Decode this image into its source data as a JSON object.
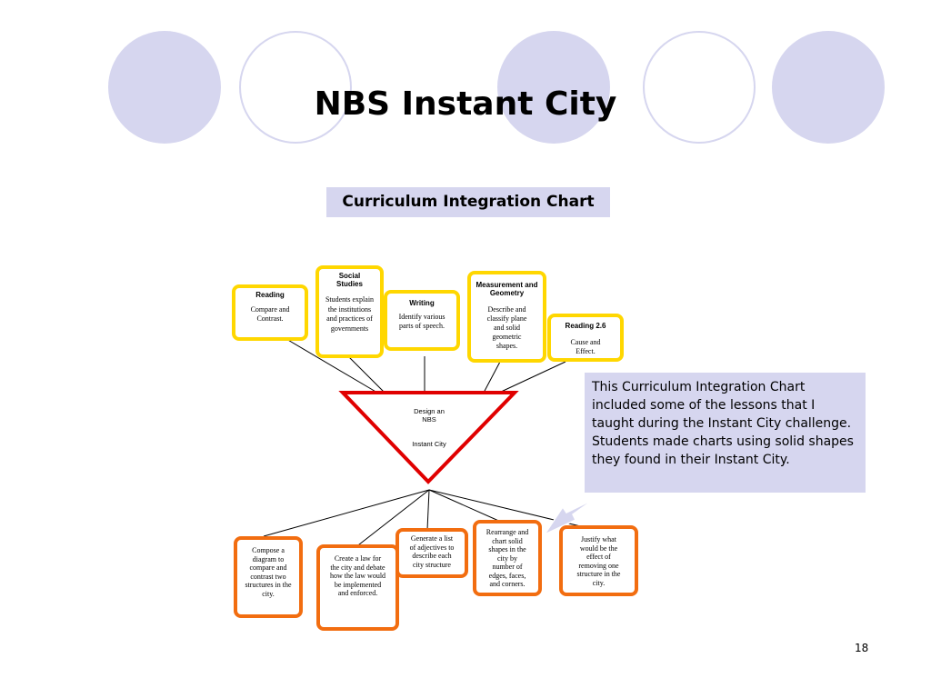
{
  "slide": {
    "title": "NBS Instant City",
    "subtitle": "Curriculum Integration Chart",
    "page_number": "18"
  },
  "colors": {
    "circle_fill": "#d6d6ef",
    "yellow_border": "#ffd700",
    "orange_border": "#f26d10",
    "triangle_border": "#e00000",
    "callout_bg": "#d6d6ef"
  },
  "center": {
    "line1": "Design an",
    "line2": "NBS",
    "line3": "Instant City"
  },
  "top_boxes": [
    {
      "heading": "Reading",
      "text": "Compare and Contrast."
    },
    {
      "heading": "Social Studies",
      "text": "Students explain the institutions and practices of governments"
    },
    {
      "heading": "Writing",
      "text": "Identify various parts of speech."
    },
    {
      "heading": "Measurement and Geometry",
      "text": "Describe and classify plane and solid geometric shapes."
    },
    {
      "heading": "Reading 2.6",
      "text": "Cause and Effect."
    }
  ],
  "bottom_boxes": [
    {
      "text": "Compose a diagram to compare and contrast two structures in the city."
    },
    {
      "text": "Create a law for the city and debate how the law would be implemented and enforced."
    },
    {
      "text": "Generate a list of adjectives to describe each city structure"
    },
    {
      "text": "Rearrange and chart solid shapes in the city by number of edges, faces, and corners."
    },
    {
      "text": "Justify what would be the effect of removing one structure in the city."
    }
  ],
  "callout": {
    "text": "This Curriculum Integration Chart included some of the lessons that I  taught during the Instant City challenge. Students made charts using solid shapes they found in their Instant City."
  }
}
